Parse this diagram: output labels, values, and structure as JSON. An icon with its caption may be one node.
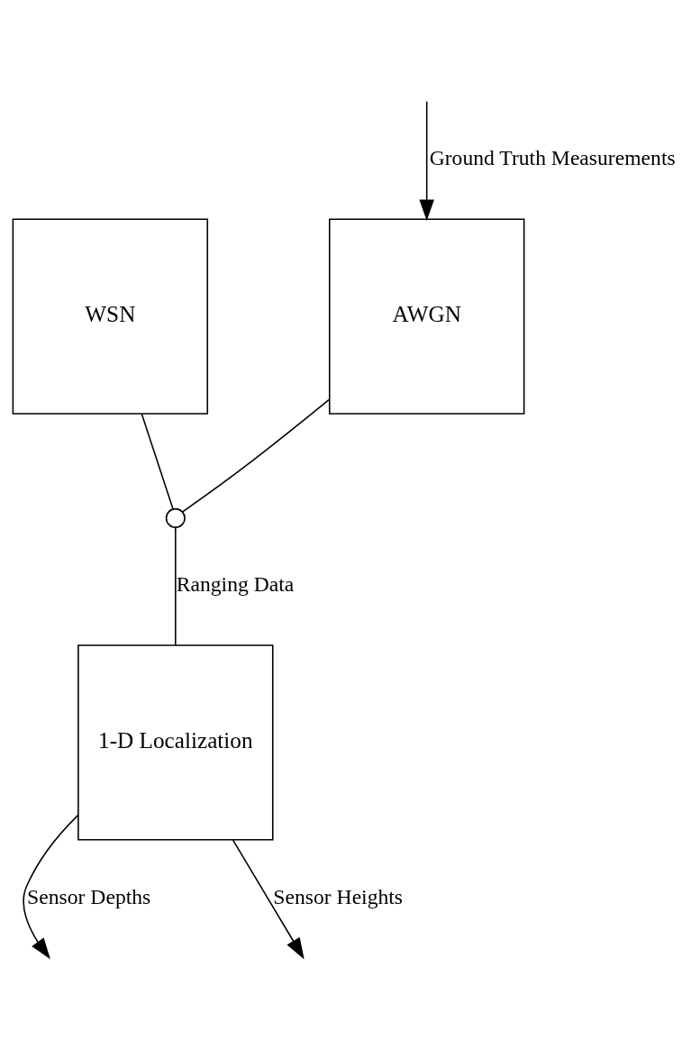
{
  "diagram": {
    "nodes": [
      {
        "text": [
          "WSN"
        ]
      },
      {
        "text": [
          "AWGN"
        ]
      },
      {
        "text": [],
        "shape": "switch"
      },
      {
        "text": [
          "1-D Localization"
        ]
      }
    ],
    "edges": [
      {
        "from": null,
        "to": 1,
        "arrow": "to",
        "label": "Ground Truth Measurements"
      },
      {
        "from": 0,
        "to": 2,
        "arrow": "none"
      },
      {
        "from": 1,
        "to": 2,
        "arrow": "none"
      },
      {
        "from": 2,
        "to": 3,
        "arrow": "none",
        "label": "Ranging Data"
      },
      {
        "from": 3,
        "to": null,
        "arrow": "to",
        "label": "Sensor Depths"
      },
      {
        "from": 3,
        "to": null,
        "arrow": "to",
        "label": "Sensor Heights"
      }
    ]
  }
}
